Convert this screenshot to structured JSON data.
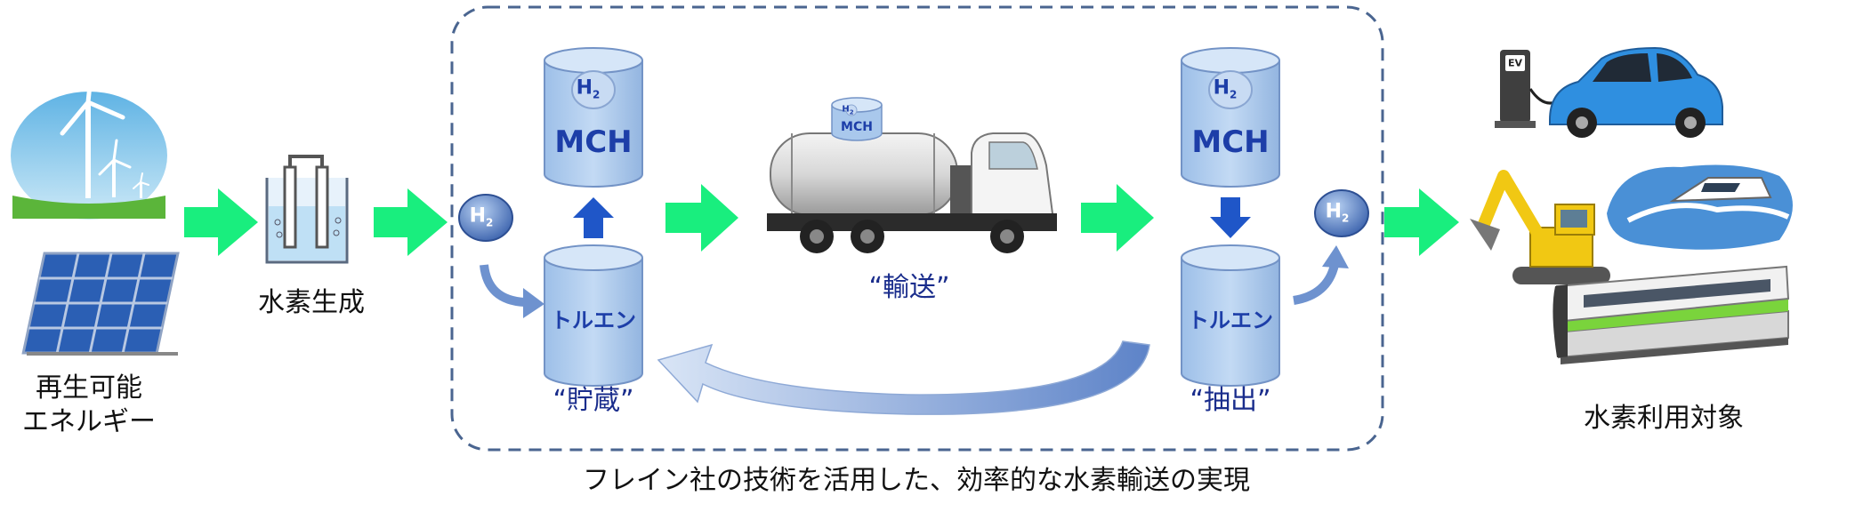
{
  "labels": {
    "renewable_energy": [
      "再生可能",
      "エネルギー"
    ],
    "hydrogen_production": "水素生成",
    "storage": "“貯蔵”",
    "transport": "“輸送”",
    "extraction": "“抽出”",
    "hydrogen_use_targets": "水素利用対象",
    "caption": "フレイン社の技術を活用した、効率的な水素輸送の実現"
  },
  "tanks": {
    "mch_label": "MCH",
    "toluene_label": "トルエン",
    "h2_symbol": "H",
    "h2_subscript": "2"
  },
  "truck": {
    "tank_label": "MCH",
    "h2_symbol": "H",
    "h2_subscript": "2"
  },
  "icons": {
    "ev_sign": "EV",
    "names": [
      "wind-turbine-icon",
      "solar-panel-icon",
      "electrolyzer-icon",
      "tanker-truck-icon",
      "ev-charger-icon",
      "electric-car-icon",
      "excavator-icon",
      "boat-icon",
      "train-icon"
    ]
  },
  "colors": {
    "flow_arrow": "#19ee7e",
    "tank_fill": "#a9c8ec",
    "tank_stroke": "#7393c6",
    "tank_text": "#1d3ea8",
    "label_blue": "#1a2d8c",
    "dashed_border": "#4a6590",
    "small_arrow": "#1f56c8",
    "curved_arrow": "#6e92cf"
  }
}
